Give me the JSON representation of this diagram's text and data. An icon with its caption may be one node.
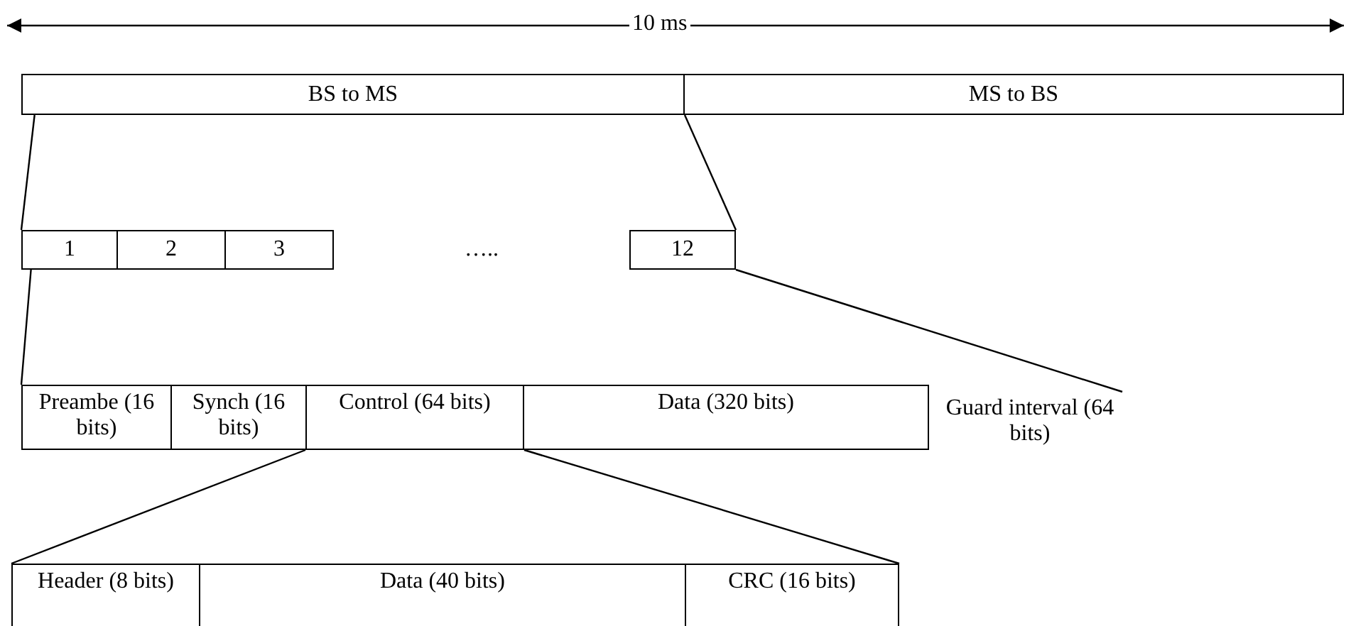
{
  "diagram": {
    "nodes": [
      {
        "text": [
          "BS to MS"
        ]
      },
      {
        "text": [
          "MS to BS"
        ]
      },
      {
        "text": [
          "1"
        ]
      },
      {
        "text": [
          "2"
        ]
      },
      {
        "text": [
          "3"
        ]
      },
      {
        "text": [
          "12"
        ]
      },
      {
        "text": [
          "Preambe (16 bits)"
        ]
      },
      {
        "text": [
          "Synch (16 bits)"
        ]
      },
      {
        "text": [
          "Control (64 bits)"
        ]
      },
      {
        "text": [
          "Data (320 bits)"
        ]
      },
      {
        "text": [
          "Guard interval (64 bits)"
        ]
      },
      {
        "text": [
          "Header (8 bits)"
        ]
      },
      {
        "text": [
          "Data (40 bits)"
        ]
      },
      {
        "text": [
          "CRC (16 bits)"
        ]
      }
    ],
    "edges": [
      {
        "from": 0,
        "to": 2,
        "arrow": "none"
      },
      {
        "from": 0,
        "to": 5,
        "arrow": "none"
      },
      {
        "from": 2,
        "to": 6,
        "arrow": "none"
      },
      {
        "from": 5,
        "to": 10,
        "arrow": "none"
      },
      {
        "from": 8,
        "to": 11,
        "arrow": "none"
      },
      {
        "from": 8,
        "to": 13,
        "arrow": "none"
      }
    ],
    "labels": [
      "10 ms",
      "….."
    ]
  }
}
